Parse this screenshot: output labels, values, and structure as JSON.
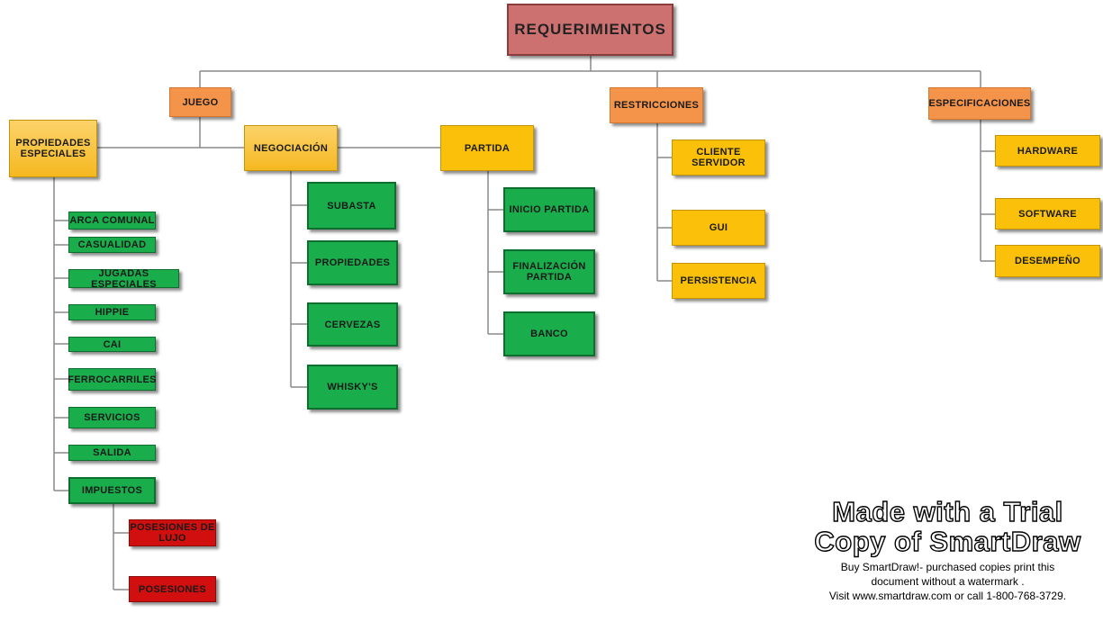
{
  "diagram": {
    "root": "REQUERIMIENTOS",
    "juego": "JUEGO",
    "propiedades_especiales": "PROPIEDADES ESPECIALES",
    "negociacion": "NEGOCIACIÓN",
    "partida": "PARTIDA",
    "restricciones": "RESTRICCIONES",
    "especificaciones": "ESPECIFICACIONES",
    "propiedades_items": [
      "ARCA COMUNAL",
      "CASUALIDAD",
      "JUGADAS ESPECIALES",
      "HIPPIE",
      "CAI",
      "FERROCARRILES",
      "SERVICIOS",
      "SALIDA",
      "IMPUESTOS"
    ],
    "impuestos_items": [
      "POSESIONES DE LUJO",
      "POSESIONES"
    ],
    "negociacion_items": [
      "SUBASTA",
      "PROPIEDADES",
      "CERVEZAS",
      "WHISKY'S"
    ],
    "partida_items": [
      "INICIO PARTIDA",
      "FINALIZACIÓN PARTIDA",
      "BANCO"
    ],
    "restricciones_items": [
      "CLIENTE SERVIDOR",
      "GUI",
      "PERSISTENCIA"
    ],
    "especificaciones_items": [
      "HARDWARE",
      "SOFTWARE",
      "DESEMPEÑO"
    ]
  },
  "watermark": {
    "line1": "Made with a Trial",
    "line2": "Copy of SmartDraw",
    "note1": "Buy SmartDraw!- purchased copies print this",
    "note2": "document without a watermark .",
    "note3": "Visit www.smartdraw.com or call 1-800-768-3729."
  },
  "colors": {
    "root": "#cd7070",
    "orange": "#f4944a",
    "yellow": "#fbc10a",
    "green": "#19ad4c",
    "red": "#d10f0f",
    "connector": "#888888"
  }
}
